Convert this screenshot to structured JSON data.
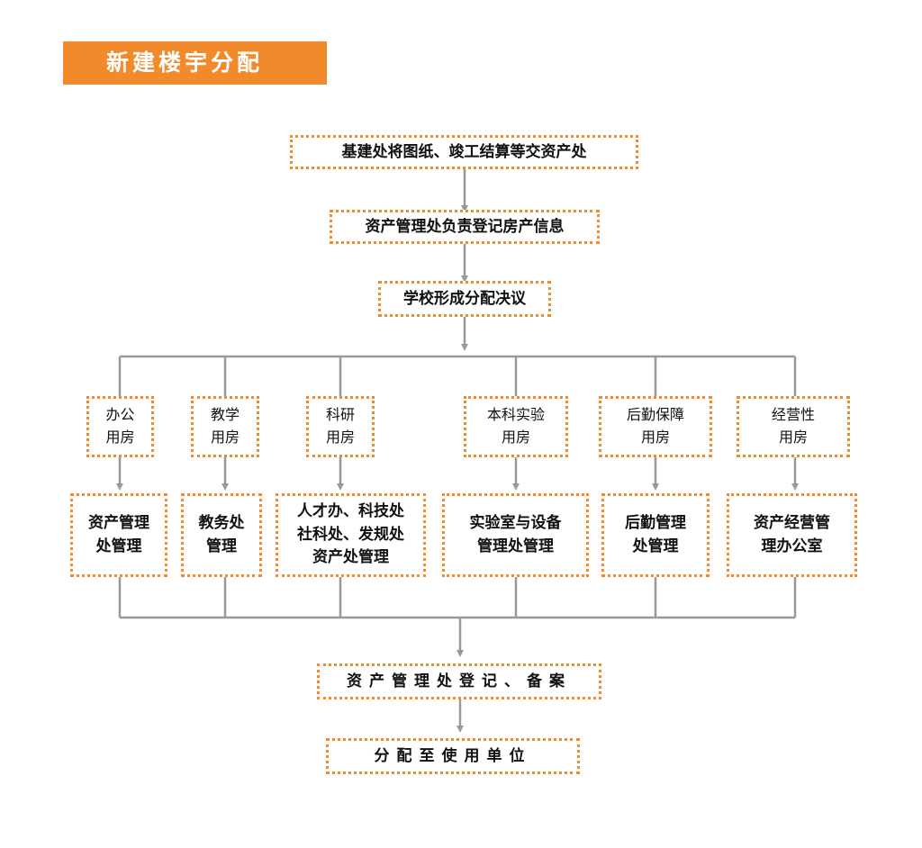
{
  "title": "新建楼宇分配",
  "colors": {
    "accent": "#f08a2a",
    "line": "#999999",
    "text": "#111111"
  },
  "steps": {
    "handover": "基建处将图纸、竣工结算等交资产处",
    "register_info": "资产管理处负责登记房产信息",
    "decision": "学校形成分配决议",
    "record": "资产管理处登记、备案",
    "allocate": "分配至使用单位"
  },
  "categories": [
    {
      "id": "office",
      "label": "办公\n用房",
      "manager": "资产管理\n处管理"
    },
    {
      "id": "teaching",
      "label": "教学\n用房",
      "manager": "教务处\n管理"
    },
    {
      "id": "research",
      "label": "科研\n用房",
      "manager": "人才办、科技处\n社科处、发规处\n资产处管理"
    },
    {
      "id": "undergrad-lab",
      "label": "本科实验\n用房",
      "manager": "实验室与设备\n管理处管理"
    },
    {
      "id": "logistics",
      "label": "后勤保障\n用房",
      "manager": "后勤管理\n处管理"
    },
    {
      "id": "commercial",
      "label": "经营性\n用房",
      "manager": "资产经营管\n理办公室"
    }
  ]
}
